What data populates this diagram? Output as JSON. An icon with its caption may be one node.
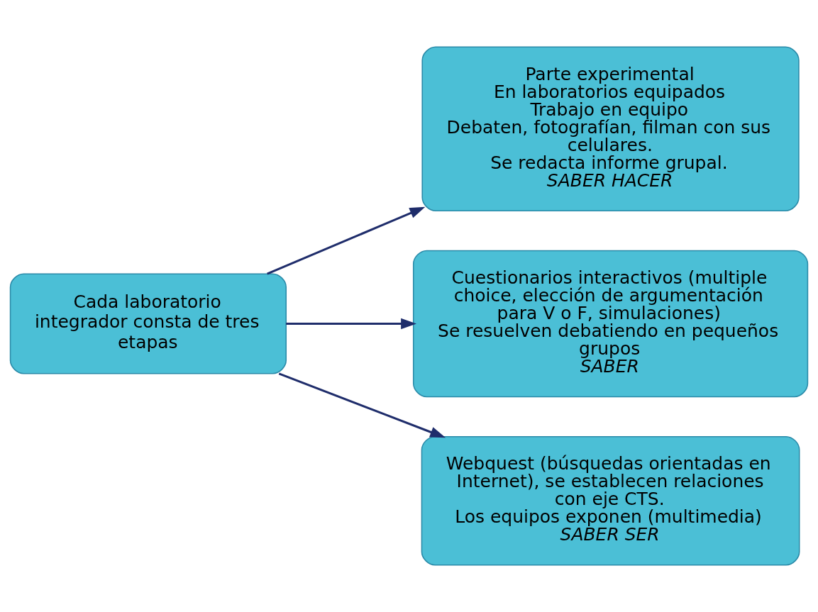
{
  "diagram": {
    "nodes": [
      {
        "text": [
          "Cada laboratorio integrador consta de tres etapas"
        ]
      },
      {
        "text": [
          "Parte experimental",
          "En laboratorios equipados",
          "Trabajo en equipo",
          "Debaten, fotografían, filman con sus celulares.",
          "Se redacta informe grupal.",
          "SABER HACER"
        ]
      },
      {
        "text": [
          "Cuestionarios interactivos (multiple choice, elección de argumentación para V o F, simulaciones)",
          "Se resuelven debatiendo en pequeños grupos",
          "SABER"
        ]
      },
      {
        "text": [
          "Webquest (búsquedas orientadas en Internet), se establecen relaciones con eje CTS.",
          "Los equipos exponen (multimedia)",
          "SABER SER"
        ]
      }
    ],
    "edges": [
      {
        "from": 0,
        "to": 1,
        "arrow": "to"
      },
      {
        "from": 0,
        "to": 2,
        "arrow": "to"
      },
      {
        "from": 0,
        "to": 3,
        "arrow": "to"
      }
    ]
  }
}
